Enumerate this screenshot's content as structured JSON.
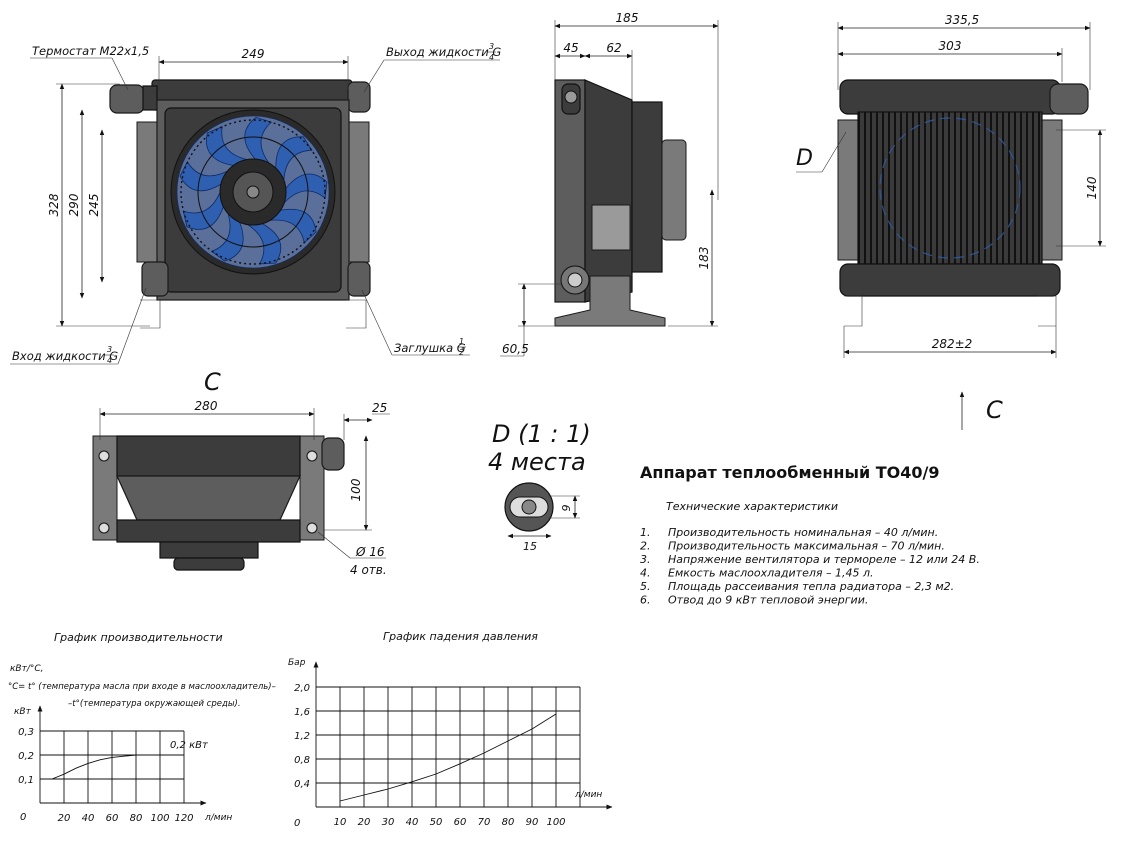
{
  "title": "Аппарат теплообменный ТО40/9",
  "specs": {
    "heading": "Технические характеристики",
    "items": [
      {
        "num": "1.",
        "text": "Производительность номинальная – 40 л/мин."
      },
      {
        "num": "2.",
        "text": "Производительность максимальная – 70 л/мин."
      },
      {
        "num": "3.",
        "text": "Напряжение вентилятора и термореле – 12 или 24 В."
      },
      {
        "num": "4.",
        "text": "Емкость маслоохладителя – 1,45 л."
      },
      {
        "num": "5.",
        "text": "Площадь рассеивания тепла радиатора – 2,3 м2."
      },
      {
        "num": "6.",
        "text": "Отвод до 9 кВт тепловой энергии."
      }
    ]
  },
  "front_view": {
    "thermostat": "Термостат М22х1,5",
    "outlet": "Выход жидкости G",
    "outlet_frac": {
      "num": "3",
      "den": "4"
    },
    "inlet": "Вход жидкости G",
    "inlet_frac": {
      "num": "3",
      "den": "4"
    },
    "plug": "Заглушка G",
    "plug_frac": {
      "num": "1",
      "den": "2"
    },
    "dims": {
      "width": "249",
      "height_total": "328",
      "height_mid": "290",
      "height_inner": "245"
    }
  },
  "side_view": {
    "dims": {
      "total": "185",
      "a": "45",
      "b": "62",
      "height": "183",
      "base": "60,5"
    }
  },
  "rear_view": {
    "label_d": "D",
    "dims": {
      "total": "335,5",
      "inner": "303",
      "mount": "282±2",
      "height": "140"
    }
  },
  "view_c": {
    "label": "C",
    "arrow_label": "C",
    "dims": {
      "width": "280",
      "offset": "25",
      "height": "100",
      "hole": "Ø 16",
      "holes_count": "4 отв."
    }
  },
  "detail_d": {
    "title": "D (1 : 1)",
    "subtitle": "4 места",
    "dims": {
      "w": "15",
      "h": "9"
    }
  },
  "perf_chart": {
    "title": "График производительности",
    "note1": "кВт/°С,",
    "note2": "°С= t° (температура масла при входе в маслоохладитель)–",
    "note3": "–t°(температура окружающей среды).",
    "ylabel": "кВт",
    "xlabel": "л/мин",
    "annotation": "0,2 кВт",
    "origin": "0",
    "xticks": [
      "20",
      "40",
      "60",
      "80",
      "100",
      "120"
    ],
    "yticks": [
      "0,1",
      "0,2",
      "0,3"
    ]
  },
  "press_chart": {
    "title": "График падения давления",
    "ylabel": "Бар",
    "xlabel": "л/мин",
    "origin": "0",
    "xticks": [
      "10",
      "20",
      "30",
      "40",
      "50",
      "60",
      "70",
      "80",
      "90",
      "100"
    ],
    "yticks": [
      "0,4",
      "0,8",
      "1,2",
      "1,6",
      "2,0"
    ]
  },
  "chart_data": [
    {
      "type": "line",
      "title": "График производительности",
      "xlabel": "л/мин",
      "ylabel": "кВт",
      "xlim": [
        0,
        120
      ],
      "ylim": [
        0,
        0.3
      ],
      "grid": true,
      "x": [
        10,
        20,
        30,
        40,
        50,
        60,
        70,
        80,
        90,
        100
      ],
      "series": [
        {
          "values": [
            0.1,
            0.12,
            0.145,
            0.165,
            0.18,
            0.19,
            0.195,
            0.2,
            0.2,
            0.2
          ]
        }
      ]
    },
    {
      "type": "line",
      "title": "График падения давления",
      "xlabel": "л/мин",
      "ylabel": "Бар",
      "xlim": [
        0,
        110
      ],
      "ylim": [
        0,
        2.0
      ],
      "grid": true,
      "x": [
        10,
        20,
        30,
        40,
        50,
        60,
        70,
        80,
        90,
        100
      ],
      "series": [
        {
          "values": [
            0.1,
            0.2,
            0.3,
            0.42,
            0.55,
            0.72,
            0.9,
            1.1,
            1.3,
            1.55
          ]
        }
      ]
    }
  ]
}
